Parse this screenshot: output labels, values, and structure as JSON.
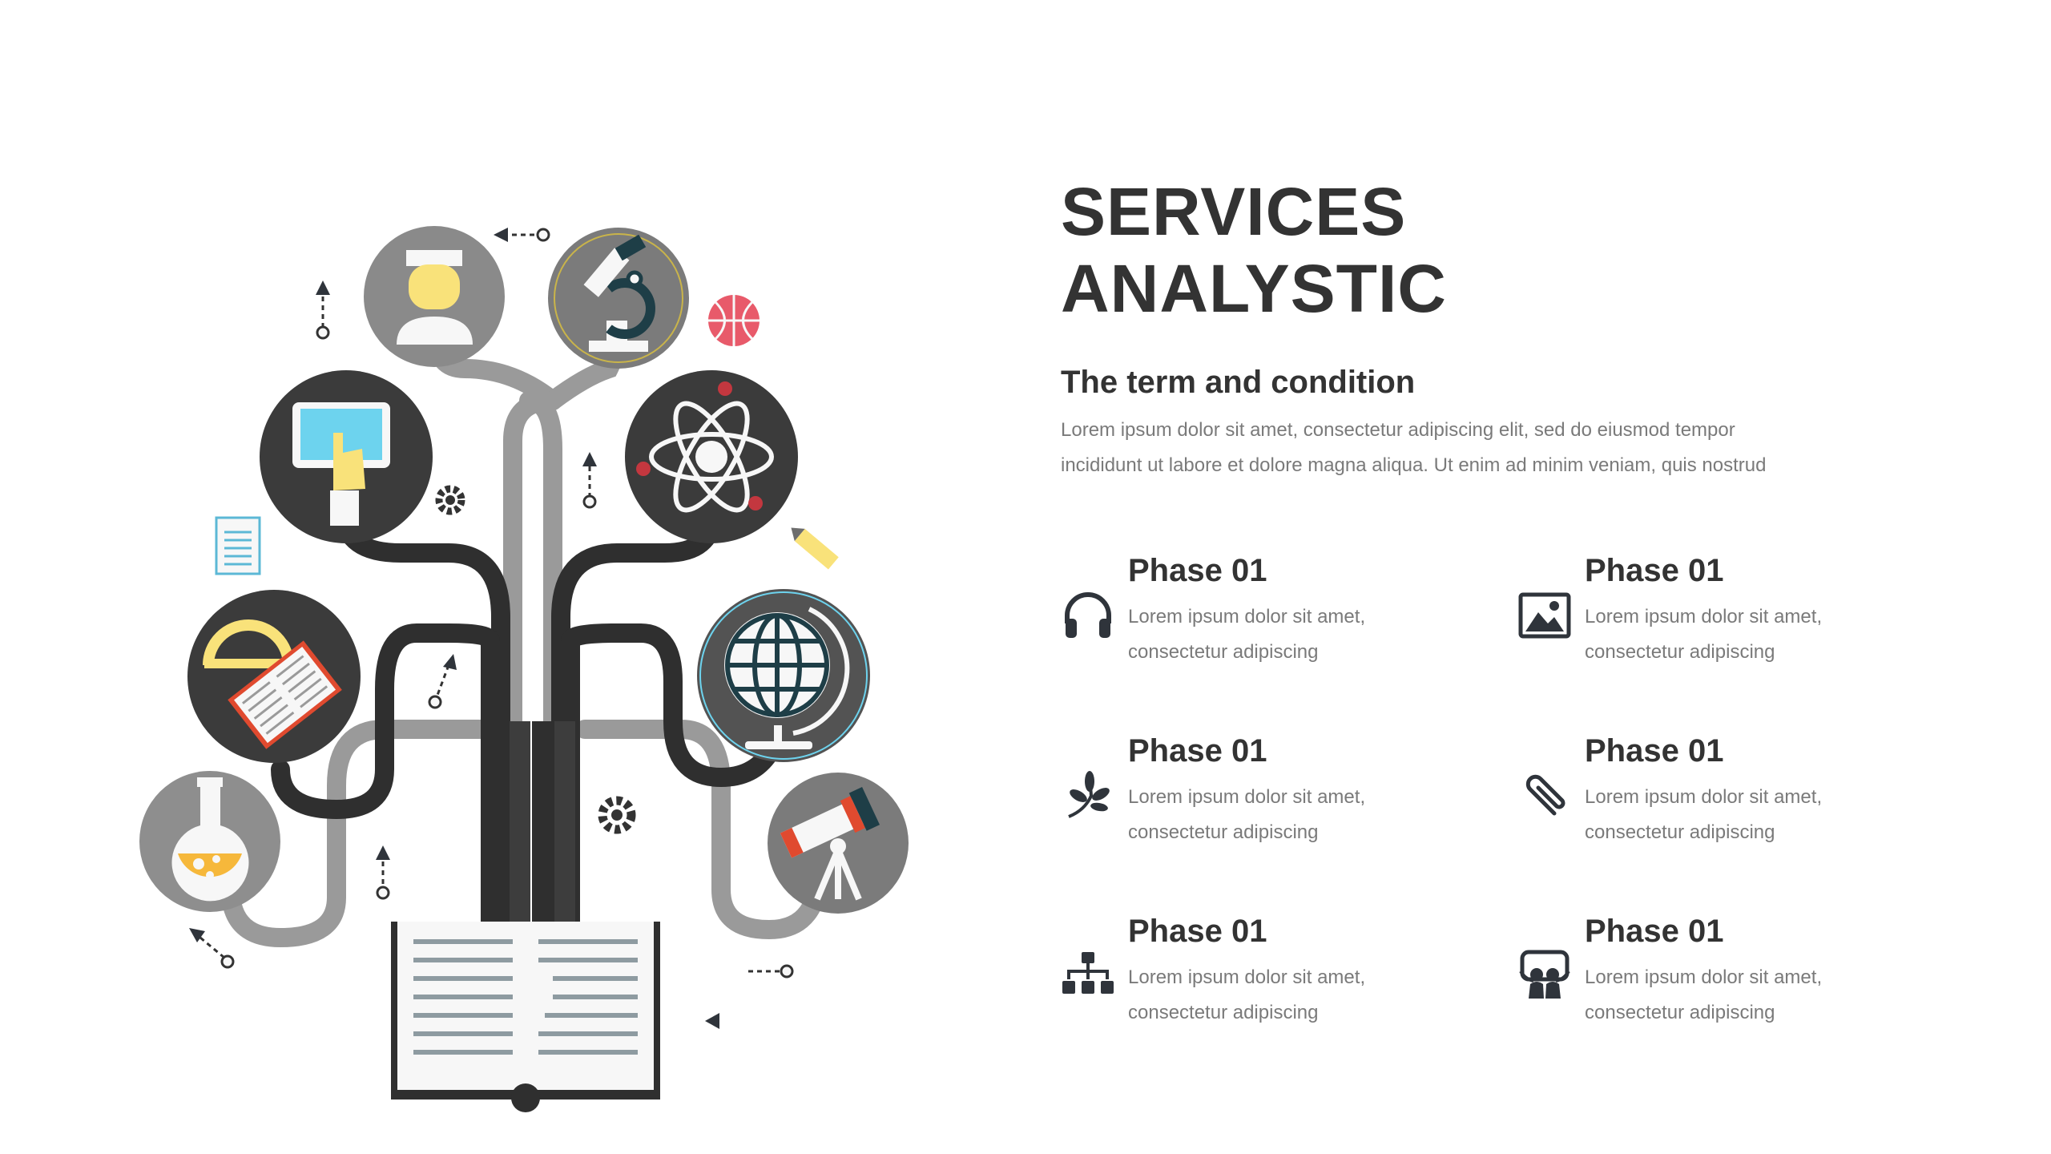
{
  "header": {
    "title_line1": "SERVICES",
    "title_line2": "ANALYSTIC",
    "subtitle": "The term and condition",
    "intro_line1": "Lorem ipsum dolor sit amet, consectetur adipiscing elit, sed do eiusmod tempor",
    "intro_line2": "incididunt ut labore et dolore magna aliqua. Ut enim ad minim veniam, quis nostrud"
  },
  "phases": [
    {
      "title": "Phase 01",
      "line1": "Lorem ipsum dolor sit amet,",
      "line2": "consectetur adipiscing",
      "icon": "headphones-icon"
    },
    {
      "title": "Phase 01",
      "line1": "Lorem ipsum dolor sit amet,",
      "line2": "consectetur adipiscing",
      "icon": "image-icon"
    },
    {
      "title": "Phase 01",
      "line1": "Lorem ipsum dolor sit amet,",
      "line2": "consectetur adipiscing",
      "icon": "leaf-icon"
    },
    {
      "title": "Phase 01",
      "line1": "Lorem ipsum dolor sit amet,",
      "line2": "consectetur adipiscing",
      "icon": "paperclip-icon"
    },
    {
      "title": "Phase 01",
      "line1": "Lorem ipsum dolor sit amet,",
      "line2": "consectetur adipiscing",
      "icon": "sitemap-icon"
    },
    {
      "title": "Phase 01",
      "line1": "Lorem ipsum dolor sit amet,",
      "line2": "consectetur adipiscing",
      "icon": "presenter-icon"
    }
  ],
  "illustration": {
    "icons": [
      "person-icon",
      "microscope-icon",
      "tablet-touch-icon",
      "atom-icon",
      "ruler-book-icon",
      "globe-icon",
      "flask-icon",
      "telescope-icon",
      "pencil-icon",
      "open-book-icon",
      "gear-icon",
      "basketball-icon",
      "document-icon"
    ]
  },
  "colors": {
    "heading": "#333333",
    "body_text": "#7a7a7a",
    "icon_dark": "#2f343b",
    "circle_dark": "#3b3b3b",
    "circle_mid": "#7b7b7b",
    "circle_light": "#8e8e8e",
    "accent_yellow": "#f9e27a",
    "accent_red": "#e3443e",
    "accent_cyan": "#6dd3ee"
  }
}
